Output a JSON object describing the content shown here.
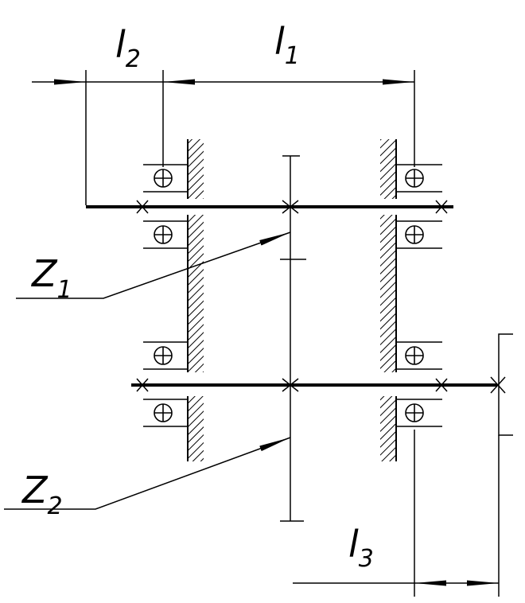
{
  "labels": {
    "l2": {
      "main": "l",
      "sub": "2"
    },
    "l1": {
      "main": "l",
      "sub": "1"
    },
    "l3": {
      "main": "l",
      "sub": "3"
    },
    "z1": {
      "main": "Z",
      "sub": "1"
    },
    "z2": {
      "main": "Z",
      "sub": "2"
    }
  },
  "colors": {
    "stroke": "#000000",
    "background": "#ffffff"
  }
}
